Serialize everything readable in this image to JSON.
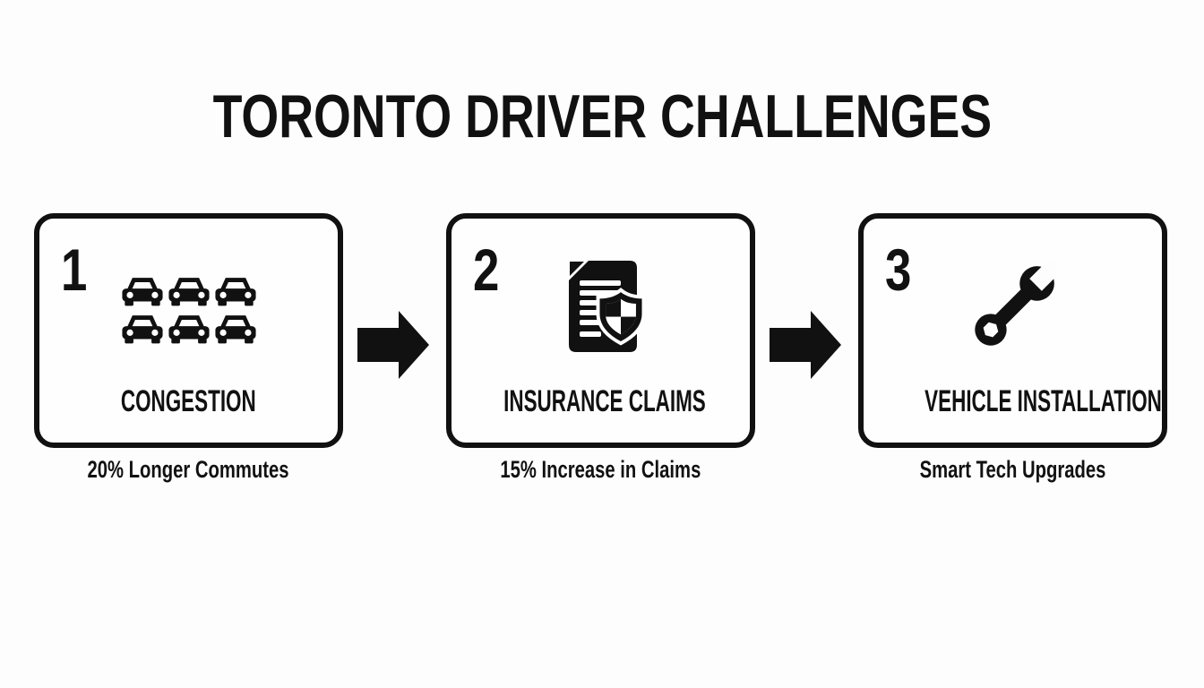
{
  "title": "TORONTO DRIVER CHALLENGES",
  "colors": {
    "ink": "#111111",
    "background": "#fdfdfd"
  },
  "steps": [
    {
      "number": "1",
      "label": "CONGESTION",
      "caption": "20% Longer Commutes",
      "icon": "traffic-jam-cars-icon"
    },
    {
      "number": "2",
      "label": "INSURANCE CLAIMS",
      "caption": "15% Increase in Claims",
      "icon": "insurance-document-shield-icon"
    },
    {
      "number": "3",
      "label": "VEHICLE INSTALLATION",
      "caption": "Smart Tech Upgrades",
      "icon": "wrench-icon"
    }
  ],
  "connectors": [
    {
      "icon": "right-arrow-icon"
    },
    {
      "icon": "right-arrow-icon"
    }
  ]
}
